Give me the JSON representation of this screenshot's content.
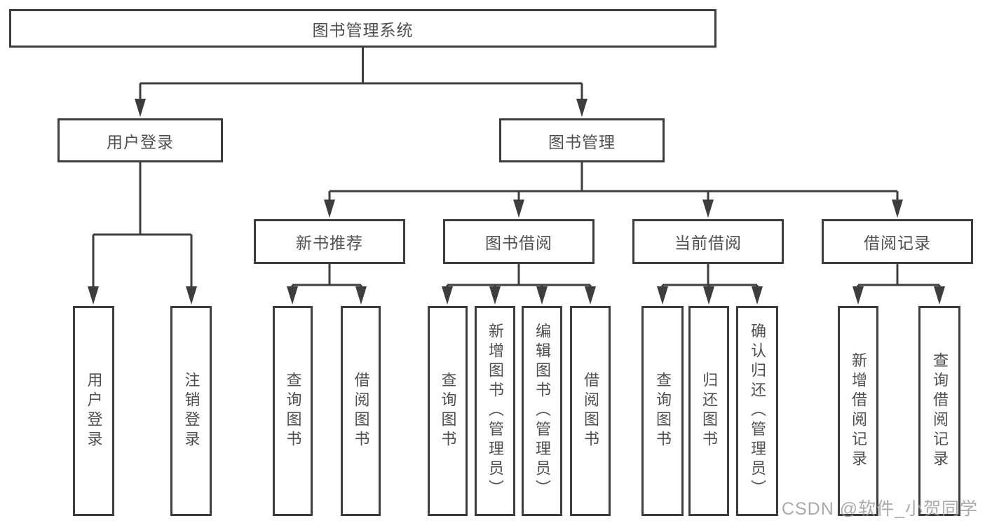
{
  "colors": {
    "line": "#3d3d3d",
    "text": "#4f4f4f",
    "background": "#ffffff",
    "watermark": "#9c9c9c"
  },
  "diagram": {
    "root": {
      "label": "图书管理系统"
    },
    "user_login": {
      "label": "用户登录",
      "children": [
        {
          "label": "用户登录"
        },
        {
          "label": "注销登录"
        }
      ]
    },
    "book_management": {
      "label": "图书管理",
      "sections": [
        {
          "label": "新书推荐",
          "children": [
            {
              "label": "查询图书"
            },
            {
              "label": "借阅图书"
            }
          ]
        },
        {
          "label": "图书借阅",
          "children": [
            {
              "label": "查询图书"
            },
            {
              "label": "新增图书（管理员）"
            },
            {
              "label": "编辑图书（管理员）"
            },
            {
              "label": "借阅图书"
            }
          ]
        },
        {
          "label": "当前借阅",
          "children": [
            {
              "label": "查询图书"
            },
            {
              "label": "归还图书"
            },
            {
              "label": "确认归还（管理员）"
            }
          ]
        },
        {
          "label": "借阅记录",
          "children": [
            {
              "label": "新增借阅记录"
            },
            {
              "label": "查询借阅记录"
            }
          ]
        }
      ]
    },
    "watermark": "CSDN @软件_小贺同学"
  }
}
